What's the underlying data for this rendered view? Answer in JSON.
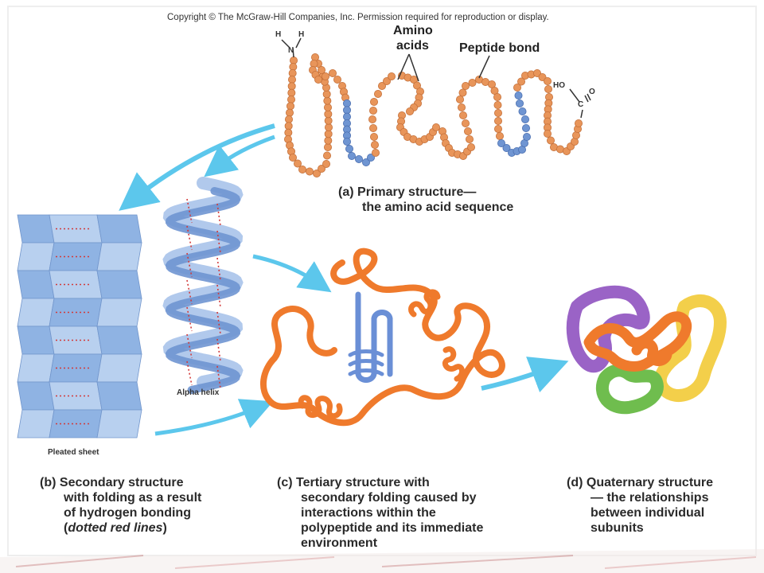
{
  "copyright": "Copyright © The McGraw-Hill Companies, Inc.  Permission required for reproduction or display.",
  "labels": {
    "amino_acids_line1": "Amino",
    "amino_acids_line2": "acids",
    "peptide_bond": "Peptide bond",
    "amino_end_N": "N",
    "amino_end_H1": "H",
    "amino_end_H2": "H",
    "carboxyl_HO": "HO",
    "carboxyl_C": "C",
    "carboxyl_O": "O",
    "alpha_helix": "Alpha helix",
    "pleated_sheet": "Pleated sheet"
  },
  "captions": {
    "a": {
      "letter": "(a)",
      "line1": "Primary structure—",
      "line2": "the amino acid sequence"
    },
    "b": {
      "letter": "(b)",
      "line1": "Secondary structure",
      "line2": "with folding as a result",
      "line3": "of hydrogen bonding",
      "line4": "dotted red lines"
    },
    "c": {
      "letter": "(c)",
      "line1": "Tertiary structure with",
      "line2": "secondary folding caused by",
      "line3": "interactions within the",
      "line4": "polypeptide and its immediate",
      "line5": "environment"
    },
    "d": {
      "letter": "(d)",
      "line1": "Quaternary structure",
      "line2": "— the relationships",
      "line3": "between individual",
      "line4": "subunits"
    }
  },
  "colors": {
    "amino_orange": "#e8955a",
    "amino_blue": "#6f95d2",
    "helix_blue": "#8fb0e0",
    "sheet_blue": "#9dbde8",
    "tertiary_orange": "#ef7a2c",
    "arrow_cyan": "#5cc7ec",
    "purple": "#9a63c6",
    "yellow": "#f3cf4a",
    "green": "#6fbd4e"
  }
}
